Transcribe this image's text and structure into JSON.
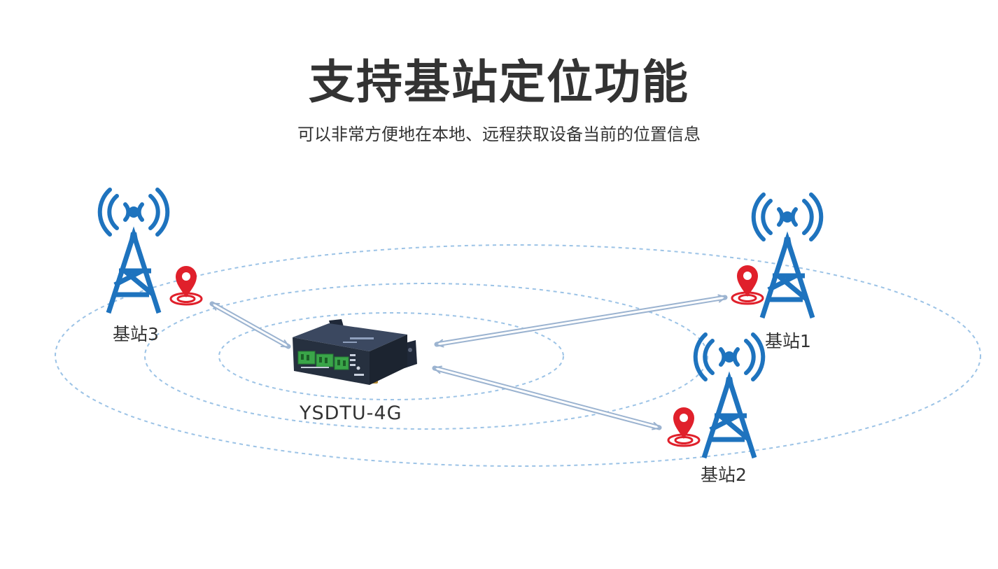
{
  "header": {
    "title": "支持基站定位功能",
    "subtitle": "可以非常方便地在本地、远程获取设备当前的位置信息"
  },
  "device": {
    "name": "YSDTU-4G"
  },
  "stations": [
    {
      "label": "基站3"
    },
    {
      "label": "基站1"
    },
    {
      "label": "基站2"
    }
  ],
  "colors": {
    "tower_blue": "#1e73be",
    "pin_red": "#e0202b",
    "ring_blue": "#9cc3e6",
    "text_dark": "#333333",
    "device_body": "#2a3548",
    "terminal_green": "#3aa549"
  },
  "icons": [
    "cell-tower-icon",
    "signal-waves-icon",
    "location-pin-icon",
    "double-arrow-icon"
  ]
}
